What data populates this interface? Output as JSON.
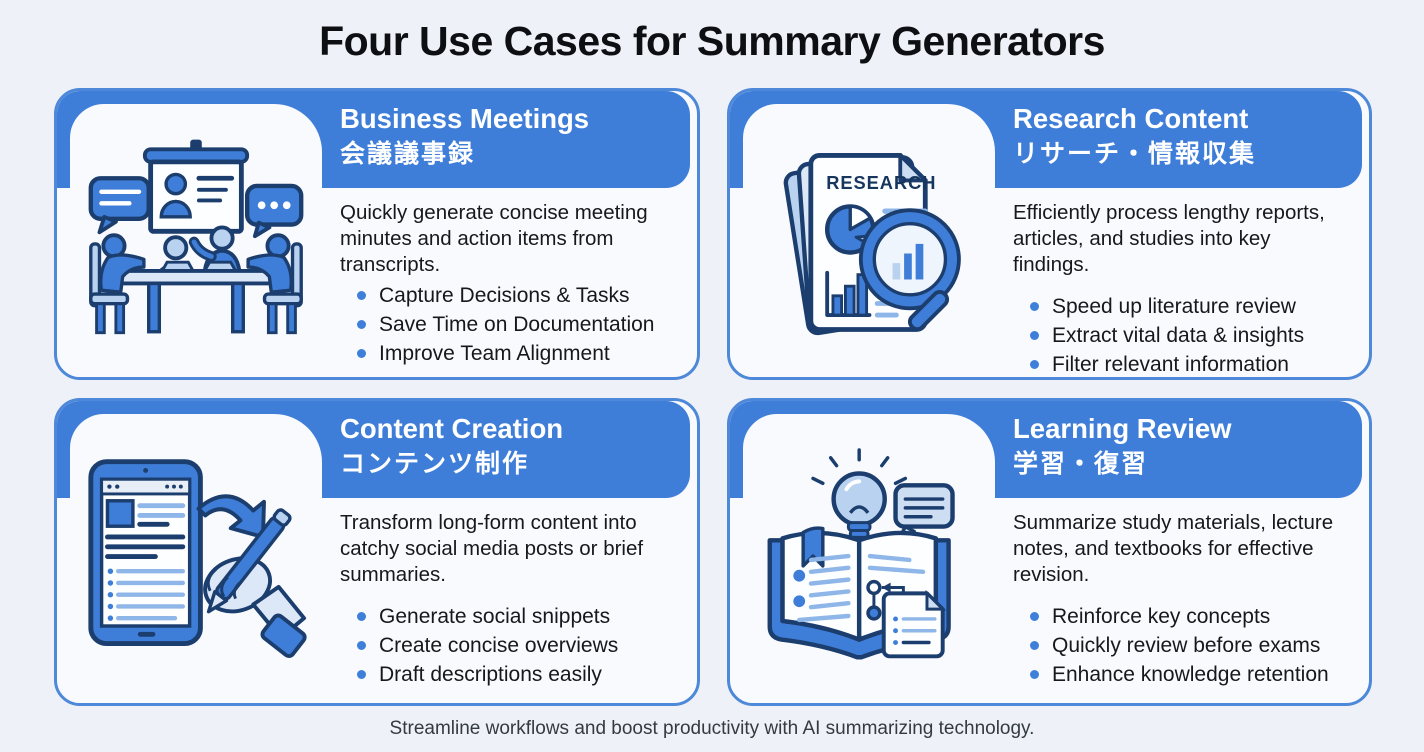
{
  "page": {
    "title": "Four Use Cases for Summary Generators",
    "footer": "Streamline workflows and boost productivity with AI summarizing technology."
  },
  "colors": {
    "header_blue": "#3f7ed8",
    "border_blue": "#4e88d8",
    "card_bg": "#f8fafd",
    "page_bg": "#eef1f7",
    "bullet_blue": "#3e7fd9",
    "text_dark": "#17181c"
  },
  "cards": [
    {
      "id": "business-meetings",
      "title_en": "Business Meetings",
      "title_ja": "会議議事録",
      "description": "Quickly generate concise meeting minutes and action items from transcripts.",
      "bullets": [
        "Capture Decisions & Tasks",
        "Save Time on Documentation",
        "Improve Team Alignment"
      ],
      "icon": "meeting-icon"
    },
    {
      "id": "research-content",
      "title_en": "Research Content",
      "title_ja": "リサーチ・情報収集",
      "description": "Efficiently process lengthy reports, articles, and studies into key findings.",
      "bullets": [
        "Speed up literature review",
        "Extract vital data & insights",
        "Filter relevant information"
      ],
      "icon": "research-icon",
      "icon_label": "RESEARCH"
    },
    {
      "id": "content-creation",
      "title_en": "Content Creation",
      "title_ja": "コンテンツ制作",
      "description": "Transform long-form content into catchy social media posts or brief summaries.",
      "bullets": [
        "Generate social snippets",
        "Create concise overviews",
        "Draft descriptions easily"
      ],
      "icon": "content-creation-icon"
    },
    {
      "id": "learning-review",
      "title_en": "Learning Review",
      "title_ja": "学習・復習",
      "description": "Summarize study materials, lecture notes, and textbooks for effective revision.",
      "bullets": [
        "Reinforce key concepts",
        "Quickly review before exams",
        "Enhance knowledge retention"
      ],
      "icon": "learning-icon"
    }
  ]
}
